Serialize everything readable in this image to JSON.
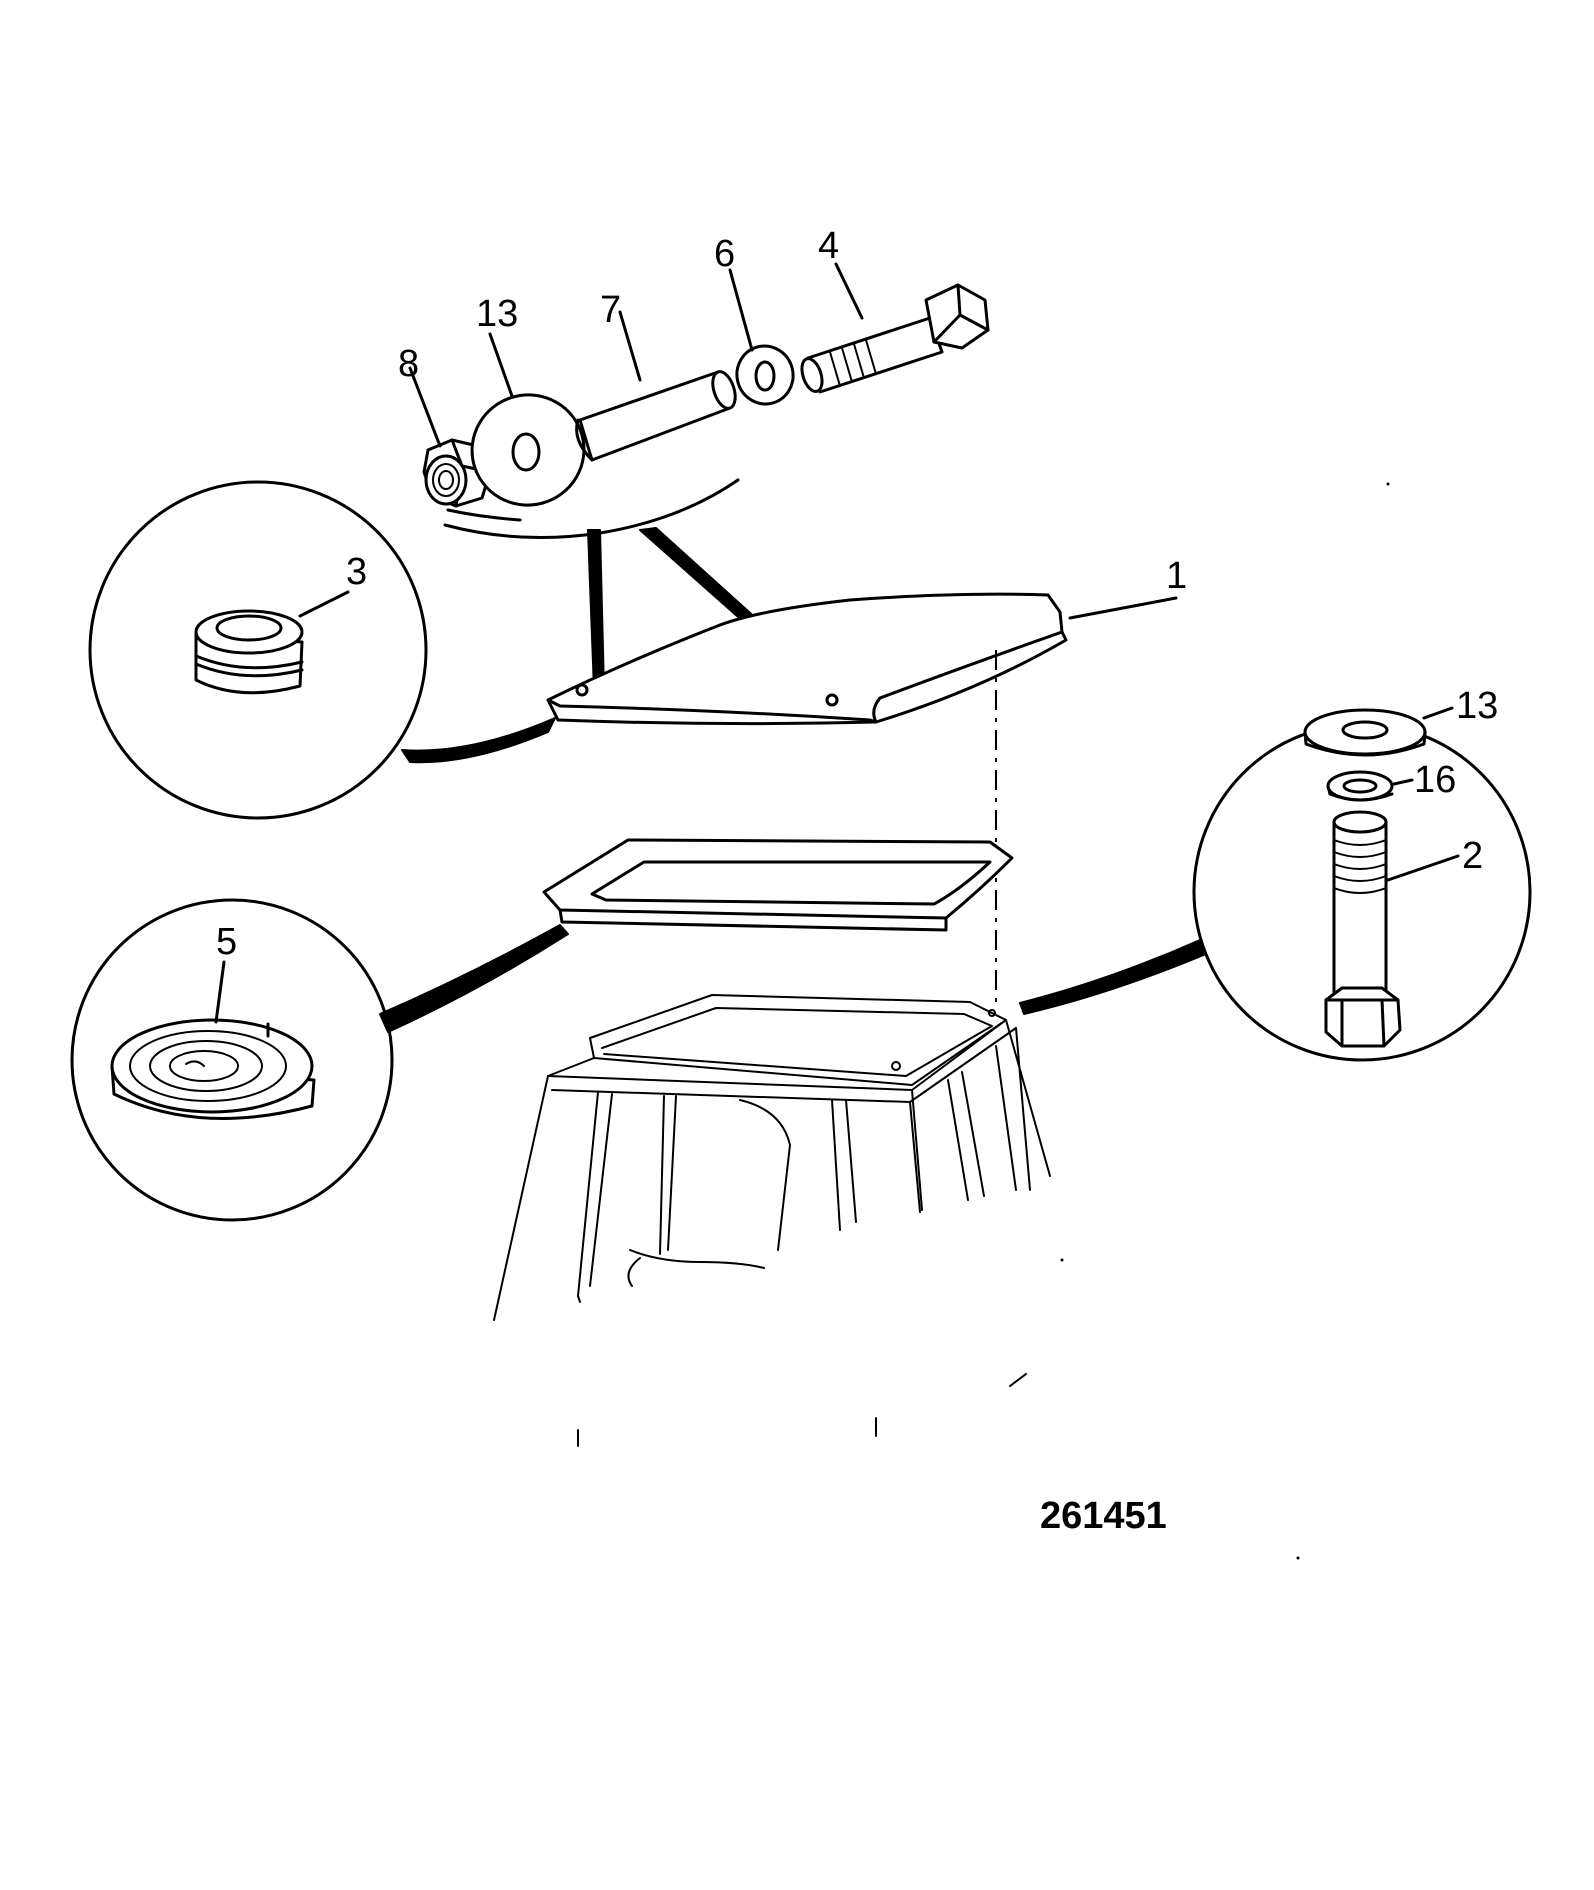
{
  "callouts": {
    "c8": "8",
    "c13_top": "13",
    "c7": "7",
    "c6": "6",
    "c4": "4",
    "c3": "3",
    "c1": "1",
    "c13_right": "13",
    "c16": "16",
    "c2": "2",
    "c5": "5"
  },
  "reference_number": "261451"
}
